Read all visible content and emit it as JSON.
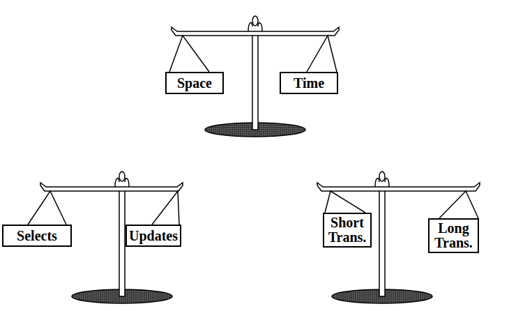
{
  "diagram": {
    "nodes": [
      {
        "text": [
          "Space"
        ]
      },
      {
        "text": [
          "Time"
        ]
      },
      {
        "text": [
          "Selects"
        ]
      },
      {
        "text": [
          "Updates"
        ]
      },
      {
        "text": [
          "Short Trans."
        ]
      },
      {
        "text": [
          "Long Trans."
        ]
      }
    ]
  }
}
